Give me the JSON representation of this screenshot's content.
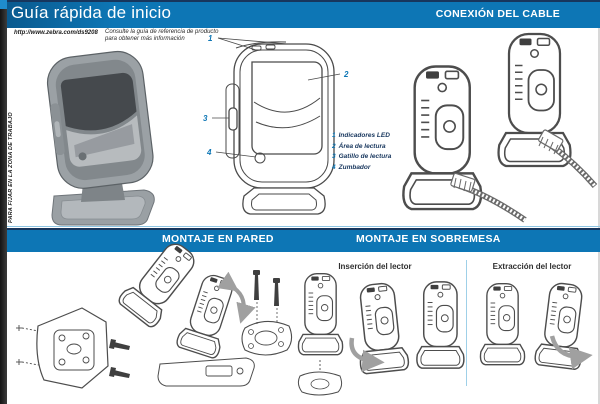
{
  "header": {
    "title": "Guía rápida de inicio",
    "cable_section": "CONEXIÓN DEL CABLE"
  },
  "intro": {
    "url": "http://www.zebra.com/ds9208",
    "note_line1": "Consulte la guía de referencia de producto",
    "note_line2": "para obtener más información"
  },
  "side_label": "PARA FIJAR EN LA ZONA DE TRABAJO",
  "callouts": [
    {
      "num": "1",
      "label": "Indicadores LED"
    },
    {
      "num": "2",
      "label": "Área de lectura"
    },
    {
      "num": "3",
      "label": "Gatillo de lectura"
    },
    {
      "num": "4",
      "label": "Zumbador"
    }
  ],
  "mounting": {
    "wall_title": "MONTAJE EN PARED",
    "table_title": "MONTAJE EN SOBREMESA",
    "insert_label": "Inserción del lector",
    "extract_label": "Extracción del lector"
  },
  "colors": {
    "accent_blue": "#0d76b5",
    "navy": "#17365d"
  }
}
